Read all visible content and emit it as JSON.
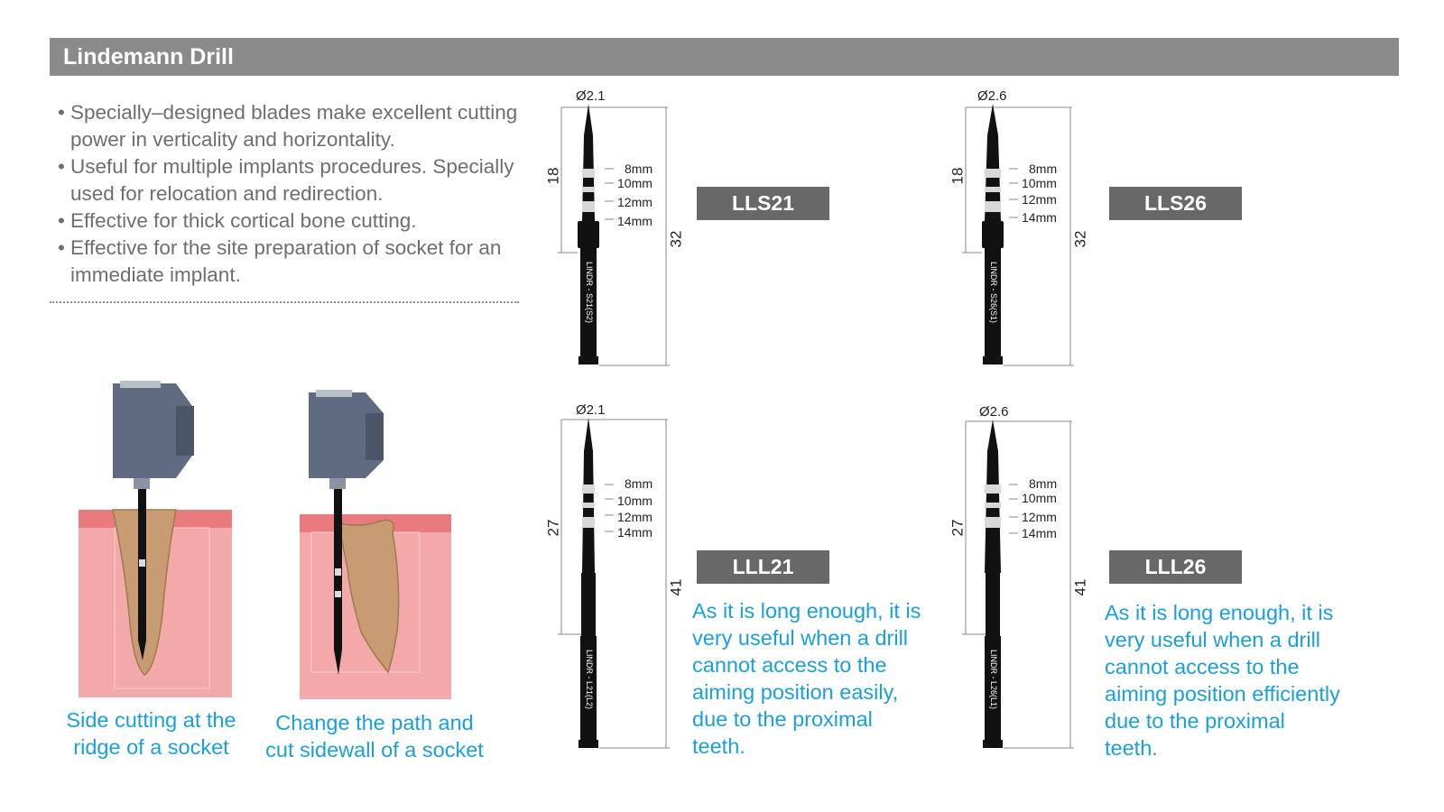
{
  "title": "Lindemann Drill",
  "bullets": [
    "Specially–designed blades make excellent cutting power in verticality and horizontality.",
    "Useful for multiple implants procedures. Specially used for relocation and redirection.",
    "Effective for thick cortical bone cutting.",
    "Effective for the site preparation of socket for an immediate implant."
  ],
  "captions": {
    "left": [
      "Side cutting at the",
      "ridge of a socket"
    ],
    "right": [
      "Change the path and",
      "cut sidewall of a socket"
    ]
  },
  "depth_marks": [
    "8mm",
    "10mm",
    "12mm",
    "14mm"
  ],
  "drills": [
    {
      "code": "LLS21",
      "diameter": "Ø2.1",
      "blade": "18",
      "total": "32",
      "engraving": "LINDR - S21(S2)"
    },
    {
      "code": "LLS26",
      "diameter": "Ø2.6",
      "blade": "18",
      "total": "32",
      "engraving": "LINDR - S26(S1)"
    },
    {
      "code": "LLL21",
      "diameter": "Ø2.1",
      "blade": "27",
      "total": "41",
      "engraving": "LINDR - L21(L2)",
      "note": [
        "As it is long enough, it is",
        "very useful when a drill",
        "cannot access to the",
        "aiming position easily,",
        "due to the proximal",
        "teeth."
      ]
    },
    {
      "code": "LLL26",
      "diameter": "Ø2.6",
      "blade": "27",
      "total": "41",
      "engraving": "LINDR - L26(L1)",
      "note": [
        "As it is long enough, it is",
        "very useful when a drill",
        "cannot access to the",
        "aiming position efficiently",
        "due to the proximal",
        "teeth."
      ]
    }
  ],
  "colors": {
    "header": "#8a8a8a",
    "accent": "#1a9fdb",
    "codebox": "#686868",
    "gum": "#e97b7e",
    "tooth": "#c99b73",
    "handpiece": "#5f6b80"
  }
}
